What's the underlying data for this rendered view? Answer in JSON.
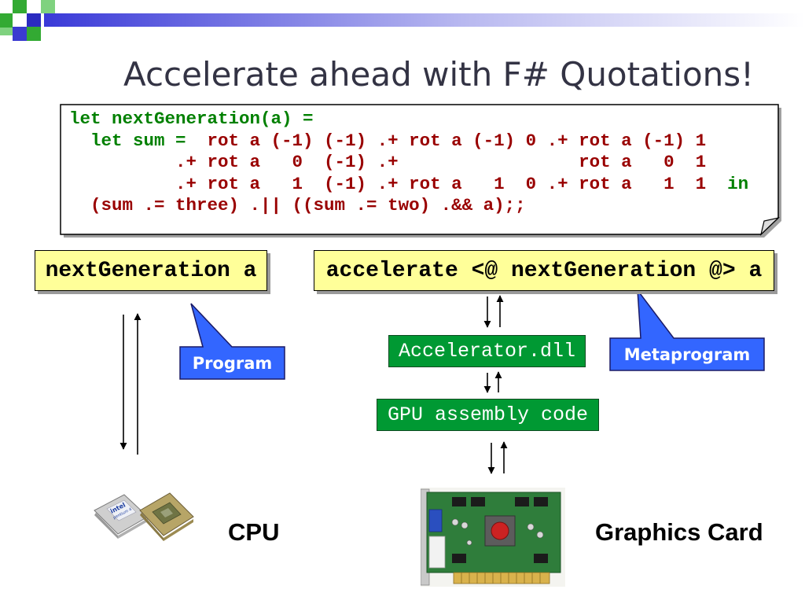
{
  "slide": {
    "title": "Accelerate ahead with F# Quotations!"
  },
  "code": {
    "lines": [
      [
        {
          "t": "let nextGeneration(a) =",
          "k": "kw"
        }
      ],
      [
        {
          "t": "  let sum =",
          "k": "kw"
        },
        {
          "t": "  rot a (-1) (-1) .+ rot a (-1) 0 .+ rot a (-1) 1",
          "k": "ex"
        }
      ],
      [
        {
          "t": "          .+ rot a   0  (-1) .+                 rot a   0  1",
          "k": "ex"
        }
      ],
      [
        {
          "t": "          .+ rot a   1  (-1) .+ rot a   1  0 .+ rot a   1  1  ",
          "k": "ex"
        },
        {
          "t": "in",
          "k": "kw"
        }
      ],
      [
        {
          "t": "  (sum .= three) .|| ((sum .= two) .&& a);;",
          "k": "ex"
        }
      ]
    ]
  },
  "boxes": {
    "program_call": "nextGeneration a",
    "meta_call": "accelerate <@ nextGeneration @> a",
    "accelerator": "Accelerator.dll",
    "gpu_code": "GPU assembly code"
  },
  "callouts": {
    "program": "Program",
    "metaprogram": "Metaprogram"
  },
  "labels": {
    "cpu": "CPU",
    "graphics_card": "Graphics Card"
  },
  "images": {
    "cpu": {
      "icon": "cpu-chip-image",
      "chip_brand": "intel",
      "chip_model": "pentium 4"
    },
    "graphics_card": {
      "icon": "graphics-card-image"
    }
  },
  "colors": {
    "code_keyword": "#008000",
    "code_expression": "#990000",
    "yellow_box": "#ffff99",
    "green_box": "#009933",
    "callout": "#3366ff",
    "title": "#333344"
  }
}
